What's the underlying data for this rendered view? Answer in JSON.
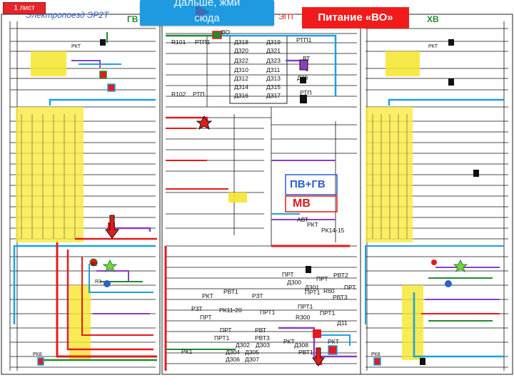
{
  "header": {
    "sheet_badge": "1 лист",
    "next_button_line1": "Дальше, жми",
    "next_button_line2": "сюда",
    "power_badge": "Питание «ВО»",
    "train_title": "Электропоезд ЭР2Т"
  },
  "sections": {
    "gv": "ГВ",
    "ept": "ЭПТ",
    "xv": "ХВ",
    "pv_gv": "ПВ+ГВ",
    "mv": "МВ"
  },
  "labels": {
    "vo": "ВО",
    "r101": "R101",
    "r102": "R102",
    "rtp1": "РТП1",
    "rtp1_b": "РТП1",
    "rtp": "РТП",
    "rtp_b": "РТП",
    "vt": "ВТ",
    "d318": "Д318",
    "d319": "Д319",
    "d320": "Д320",
    "d321": "Д321",
    "d322": "Д322",
    "d323": "Д323",
    "d310": "Д310",
    "d311": "Д311",
    "d312": "Д312",
    "d313": "Д313",
    "d314": "Д314",
    "d315": "Д315",
    "d316": "Д316",
    "d317": "Д317",
    "d39": "Д39",
    "avt": "АВТ",
    "rkt": "РКТ",
    "rk1415": "РК14-15",
    "prt": "ПРТ",
    "rvt1": "РВТ1",
    "rvt2": "РВТ2",
    "rvt3": "РВТ3",
    "prt1": "ПРТ1",
    "prt1_b": "ПРТ1",
    "prt1_c": "ПРТ1",
    "prt1_d": "ПРТ1",
    "r60": "R60",
    "r300": "R300",
    "rzt": "РЗТ",
    "rk1120": "РК11-20",
    "d300": "Д300",
    "d301": "Д301",
    "d302": "Д302",
    "d303": "Д303",
    "d304": "Д304",
    "d305": "Д305",
    "d306": "Д306",
    "d307": "Д307",
    "d308": "Д308",
    "d11": "Д11",
    "rk1": "РК1",
    "prt_b": "ПРТ",
    "prt_c": "ПРТ",
    "prt_d": "ПРТ",
    "prt_e": "ПРТ",
    "rk8": "РК8",
    "rkt_b": "РКТ",
    "rkt_c": "РКТ",
    "rkt_d": "РКТ",
    "rkt_e": "РКТ",
    "rkt_f": "РКТ",
    "rvt_b": "РВТ",
    "r2": "R2",
    "r3": "R3"
  }
}
